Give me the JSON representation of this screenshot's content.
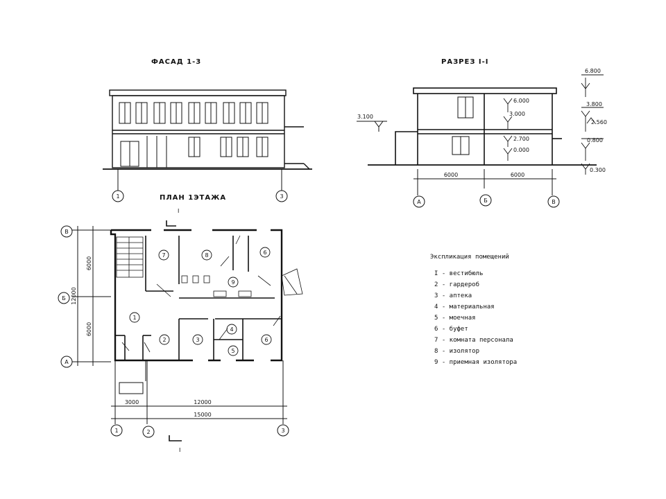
{
  "titles": {
    "facade": "ФАСАД 1-3",
    "section": "РАЗРЕЗ I-I",
    "plan": "ПЛАН   1ЭТАЖА"
  },
  "facade": {
    "axes": [
      "1",
      "3"
    ]
  },
  "section": {
    "axes": [
      "А",
      "Б",
      "В"
    ],
    "spans": [
      "6000",
      "6000"
    ],
    "marks_left": [
      "3.100"
    ],
    "marks_inner": [
      "6.000",
      "3.000",
      "2.700",
      "0.000"
    ],
    "marks_right": [
      "6.800",
      "3.800",
      "2.560",
      "0.800",
      "0.300"
    ]
  },
  "plan": {
    "section_cut": [
      "I",
      "I"
    ],
    "axes_left": [
      "В",
      "Б",
      "А"
    ],
    "axes_bottom": [
      "1",
      "2",
      "3"
    ],
    "dims_left": [
      "6000",
      "6000",
      "12000"
    ],
    "dims_bottom": [
      "3000",
      "12000",
      "15000"
    ],
    "room_numbers": [
      "1",
      "2",
      "3",
      "4",
      "5",
      "6",
      "7",
      "8",
      "9",
      "6"
    ]
  },
  "legend": {
    "title": "Экспликация помещений",
    "items": [
      "I - вестибюль",
      "2 - гардероб",
      "3 - аптека",
      "4 - материальная",
      "5 - моечная",
      "6 - буфет",
      "7 - комната персонала",
      "8 - изолятор",
      "9 - приемная изолятора"
    ]
  }
}
